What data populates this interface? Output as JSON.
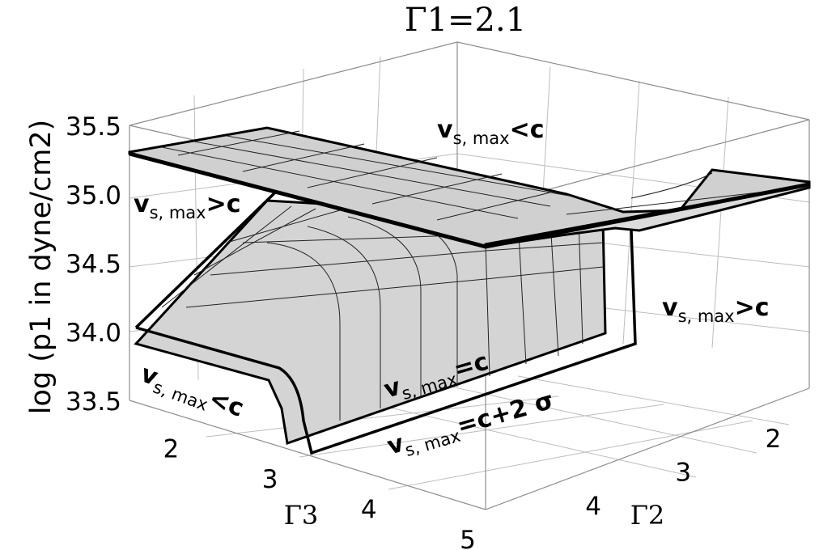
{
  "chart_data": {
    "type": "surface3d",
    "title": "Γ1=2.1",
    "zlabel": "log (p1 in dyne/cm2)",
    "xlabel": "Γ3",
    "ylabel": "Γ2",
    "z_ticks": [
      "33.5",
      "34.0",
      "34.5",
      "35.0",
      "35.5"
    ],
    "x_ticks": [
      "2",
      "3",
      "4",
      "5"
    ],
    "y_ticks": [
      "2",
      "3",
      "4"
    ],
    "zlim": [
      33.5,
      35.5
    ],
    "xlim": [
      1.4,
      5.0
    ],
    "ylim": [
      1.4,
      5.0
    ],
    "grid": true,
    "surfaces": [
      {
        "region": "upper sheet",
        "boundary": "v_s,max = c (upper)",
        "z_approx": 35.25
      },
      {
        "region": "lower sheet",
        "boundary": "v_s,max = c (lower)",
        "z_range": [
          33.9,
          35.0
        ]
      },
      {
        "region": "outline",
        "boundary": "v_s,max = c + 2σ"
      }
    ],
    "annotations": [
      {
        "id": "top",
        "main": "v",
        "sub": "s, max",
        "rel": "<c"
      },
      {
        "id": "left-upper",
        "main": "v",
        "sub": "s, max",
        "rel": ">c"
      },
      {
        "id": "right",
        "main": "v",
        "sub": "s, max",
        "rel": ">c"
      },
      {
        "id": "left-lower",
        "main": "v",
        "sub": "s, max",
        "rel": "<c"
      },
      {
        "id": "middle",
        "main": "v",
        "sub": "s, max",
        "rel": "=c"
      },
      {
        "id": "bottom",
        "main": "v",
        "sub": "s, max",
        "rel": "=c+2 σ"
      }
    ]
  }
}
